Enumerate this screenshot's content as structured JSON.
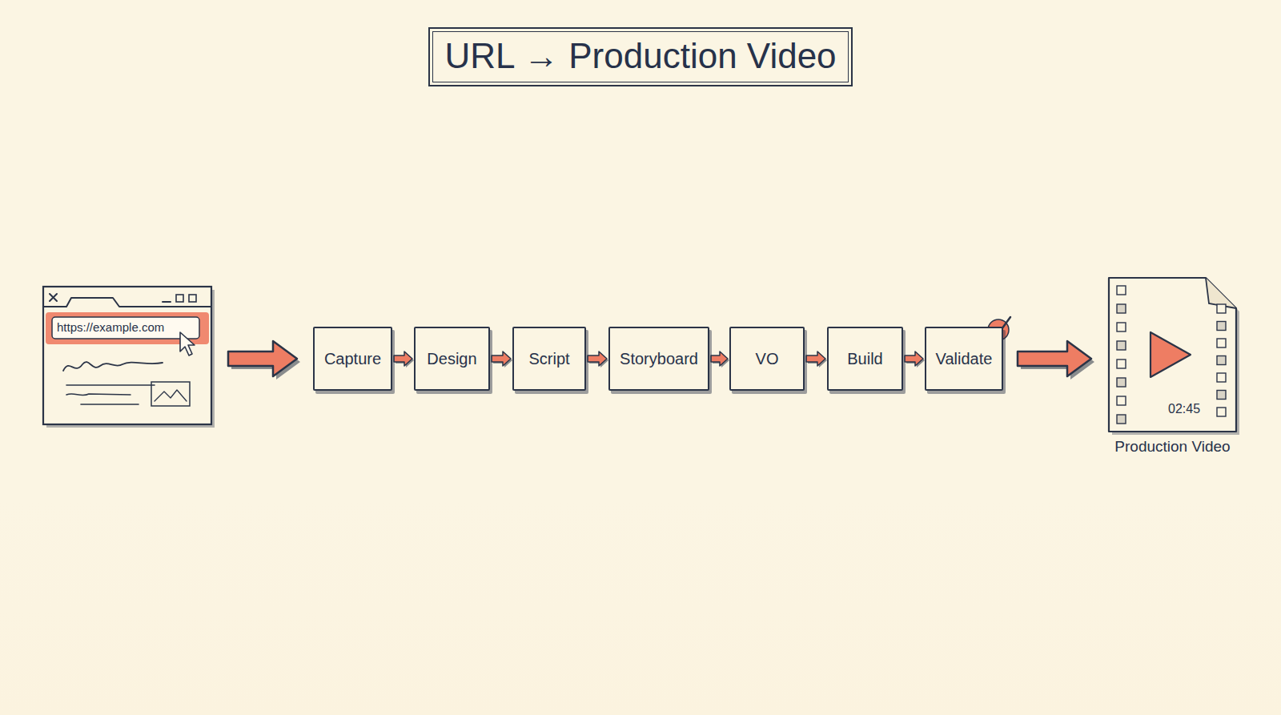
{
  "diagram": {
    "title": "URL → Production Video",
    "nodes": [
      {
        "text": [
          "https://example.com"
        ]
      },
      {
        "text": [
          "Capture"
        ]
      },
      {
        "text": [
          "Design"
        ]
      },
      {
        "text": [
          "Script"
        ]
      },
      {
        "text": [
          "Storyboard"
        ]
      },
      {
        "text": [
          "VO"
        ]
      },
      {
        "text": [
          "Build"
        ]
      },
      {
        "text": [
          "Validate"
        ]
      },
      {
        "text": [
          "02:45",
          "Production Video"
        ]
      }
    ],
    "edges": [
      {
        "from": 0,
        "to": 1,
        "arrow": "to"
      },
      {
        "from": 1,
        "to": 2,
        "arrow": "to"
      },
      {
        "from": 2,
        "to": 3,
        "arrow": "to"
      },
      {
        "from": 3,
        "to": 4,
        "arrow": "to"
      },
      {
        "from": 4,
        "to": 5,
        "arrow": "to"
      },
      {
        "from": 5,
        "to": 6,
        "arrow": "to"
      },
      {
        "from": 6,
        "to": 7,
        "arrow": "to"
      },
      {
        "from": 7,
        "to": 8,
        "arrow": "to"
      }
    ]
  }
}
